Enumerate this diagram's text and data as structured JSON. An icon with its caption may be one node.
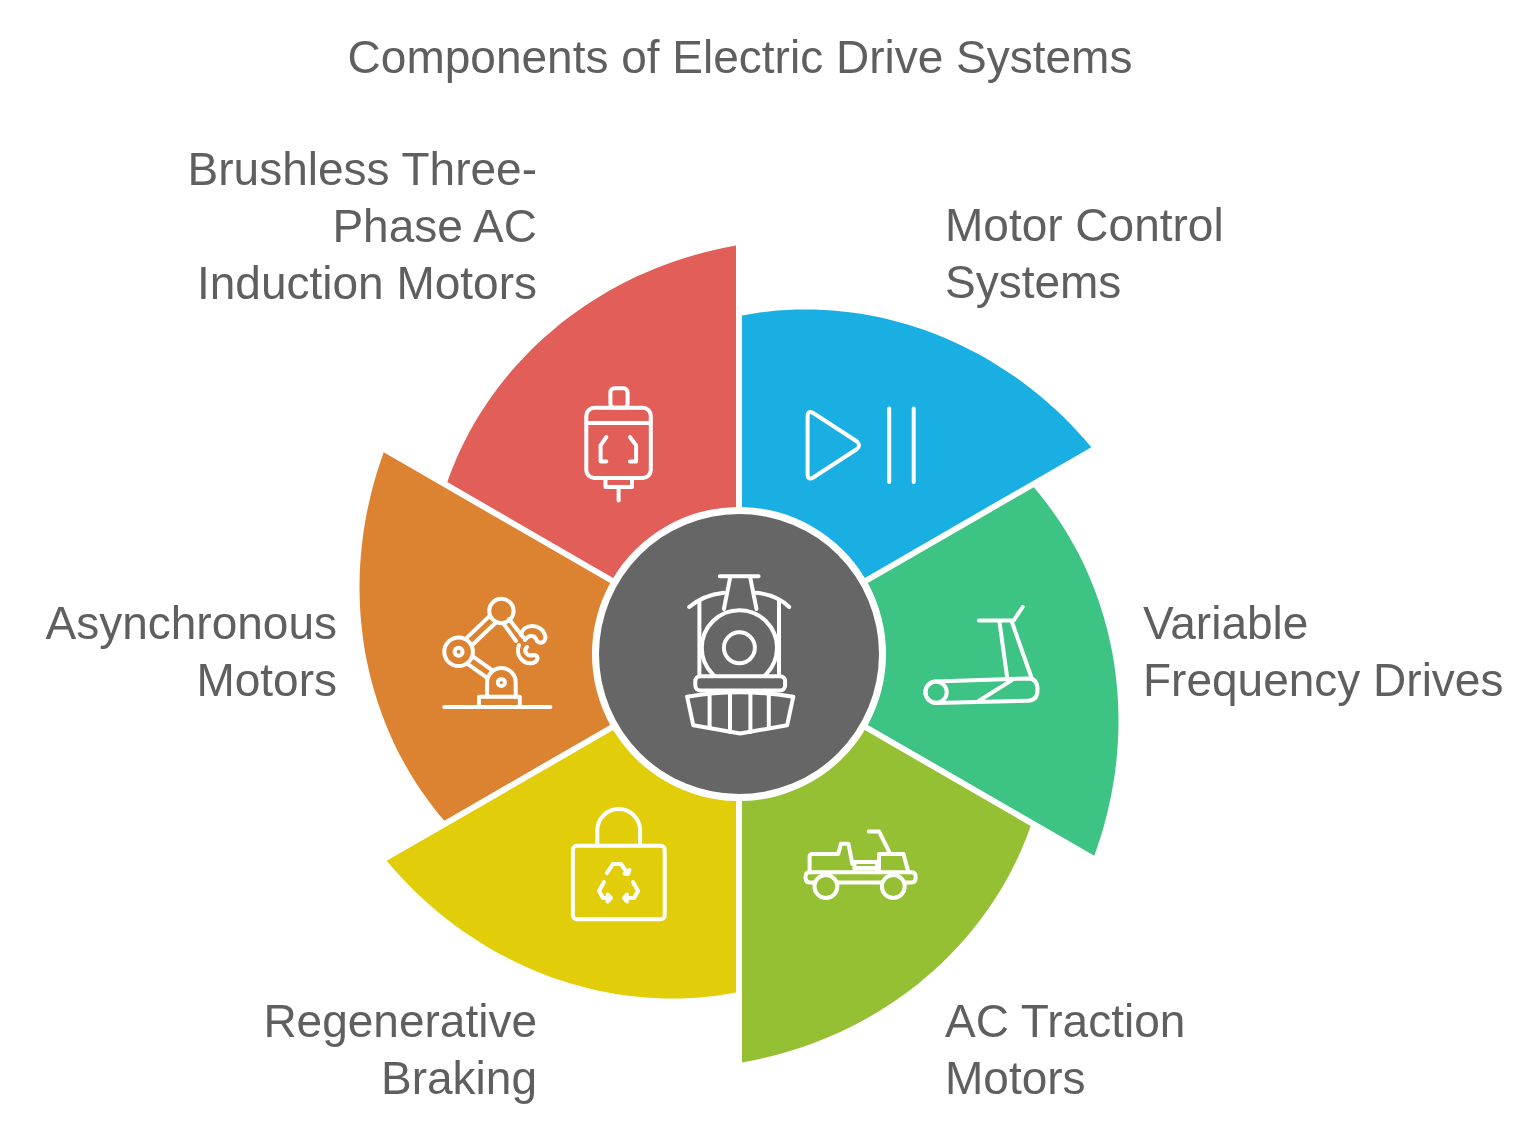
{
  "diagram": {
    "title": "Components of Electric Drive Systems",
    "nodes": [
      {
        "text": [
          "Brushless Three-Phase AC Induction Motors"
        ]
      },
      {
        "text": [
          "Motor Control Systems"
        ]
      },
      {
        "text": [
          "Asynchronous Motors"
        ]
      },
      {
        "text": [],
        "shape": "circle"
      },
      {
        "text": [
          "Variable Frequency Drives"
        ]
      },
      {
        "text": [
          "Regenerative Braking"
        ]
      },
      {
        "text": [
          "AC Traction Motors"
        ]
      }
    ]
  }
}
